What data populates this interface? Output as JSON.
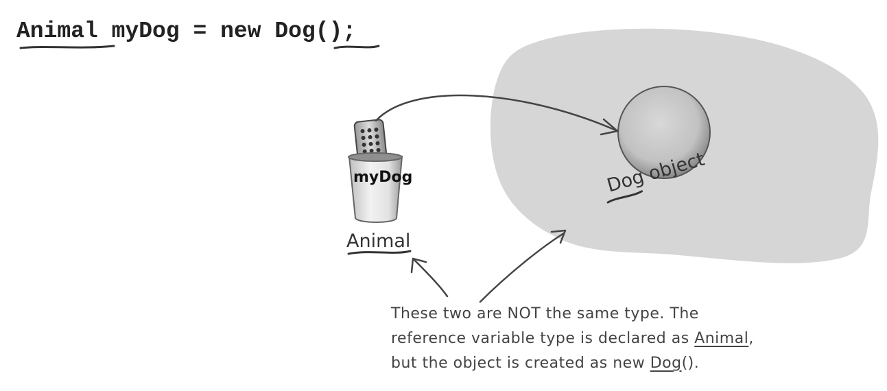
{
  "code": {
    "declared_type": "Animal",
    "variable": "myDog",
    "equals": "=",
    "keyword_new": "new",
    "object_type": "Dog",
    "tail": "();"
  },
  "diagram": {
    "reference_label": "myDog",
    "reference_type_label": "Animal",
    "object_label": "Dog object"
  },
  "caption": {
    "line1": "These two are NOT the same type. The",
    "line2_prefix": "reference variable type is declared as ",
    "line2_type": "Animal",
    "line2_suffix": ",",
    "line3_prefix": "but the object is created as new ",
    "line3_type": "Dog",
    "line3_suffix": "()."
  },
  "colors": {
    "heap_fill": "#d6d6d7",
    "ink": "#333333",
    "ball_fill": "#c9c9c9"
  }
}
